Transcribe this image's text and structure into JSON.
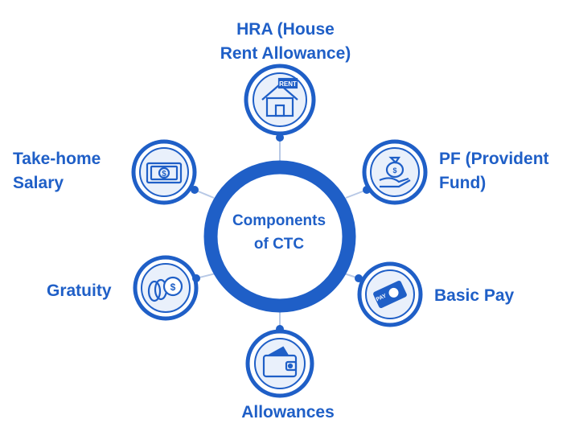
{
  "center": {
    "line1": "Components",
    "line2": "of CTC"
  },
  "components": {
    "hra": {
      "line1": "HRA (House",
      "line2": "Rent Allowance)",
      "icon": "rent-house-icon",
      "sign_text": "RENT"
    },
    "pf": {
      "line1": "PF (Provident",
      "line2": "Fund)",
      "icon": "money-bag-hand-icon"
    },
    "take_home": {
      "line1": "Take-home",
      "line2": "Salary",
      "icon": "dollar-bill-icon"
    },
    "gratuity": {
      "label": "Gratuity",
      "icon": "coin-stack-icon"
    },
    "basic_pay": {
      "label": "Basic Pay",
      "icon": "banknote-icon",
      "note_text": "PAY"
    },
    "allowances": {
      "label": "Allowances",
      "icon": "wallet-icon"
    }
  },
  "colors": {
    "primary": "#1f5fc7",
    "light": "#e9f0fb",
    "connector": "#b8c9e6"
  }
}
